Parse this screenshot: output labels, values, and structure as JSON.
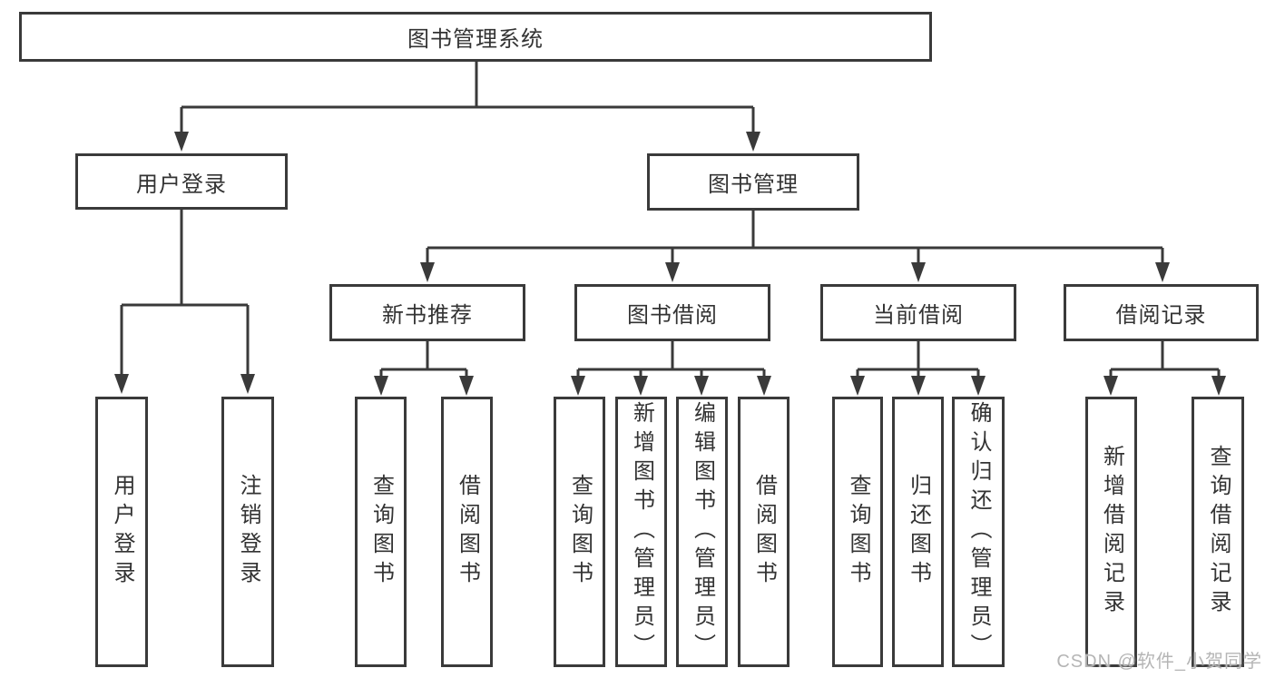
{
  "diagram": {
    "root": {
      "label": "图书管理系统"
    },
    "level2": [
      {
        "id": "user-login",
        "label": "用户登录"
      },
      {
        "id": "book-management",
        "label": "图书管理"
      }
    ],
    "level3": [
      {
        "id": "new-book-recommend",
        "label": "新书推荐"
      },
      {
        "id": "book-borrow",
        "label": "图书借阅"
      },
      {
        "id": "current-borrow",
        "label": "当前借阅"
      },
      {
        "id": "borrow-records",
        "label": "借阅记录"
      }
    ],
    "leaves": [
      {
        "parent": "用户登录",
        "label": "用户登录"
      },
      {
        "parent": "用户登录",
        "label": "注销登录"
      },
      {
        "parent": "新书推荐",
        "label": "查询图书"
      },
      {
        "parent": "新书推荐",
        "label": "借阅图书"
      },
      {
        "parent": "图书借阅",
        "label": "查询图书"
      },
      {
        "parent": "图书借阅",
        "label": "新增图书（管理员）"
      },
      {
        "parent": "图书借阅",
        "label": "编辑图书（管理员）"
      },
      {
        "parent": "图书借阅",
        "label": "借阅图书"
      },
      {
        "parent": "当前借阅",
        "label": "查询图书"
      },
      {
        "parent": "当前借阅",
        "label": "归还图书"
      },
      {
        "parent": "当前借阅",
        "label": "确认归还（管理员）"
      },
      {
        "parent": "借阅记录",
        "label": "新增借阅记录"
      },
      {
        "parent": "借阅记录",
        "label": "查询借阅记录"
      }
    ]
  },
  "watermark": "CSDN @软件_小贺同学",
  "colors": {
    "line": "#3a3a3a",
    "box_fill": "#ffffff",
    "text": "#333333",
    "watermark": "#b5b5b5"
  }
}
